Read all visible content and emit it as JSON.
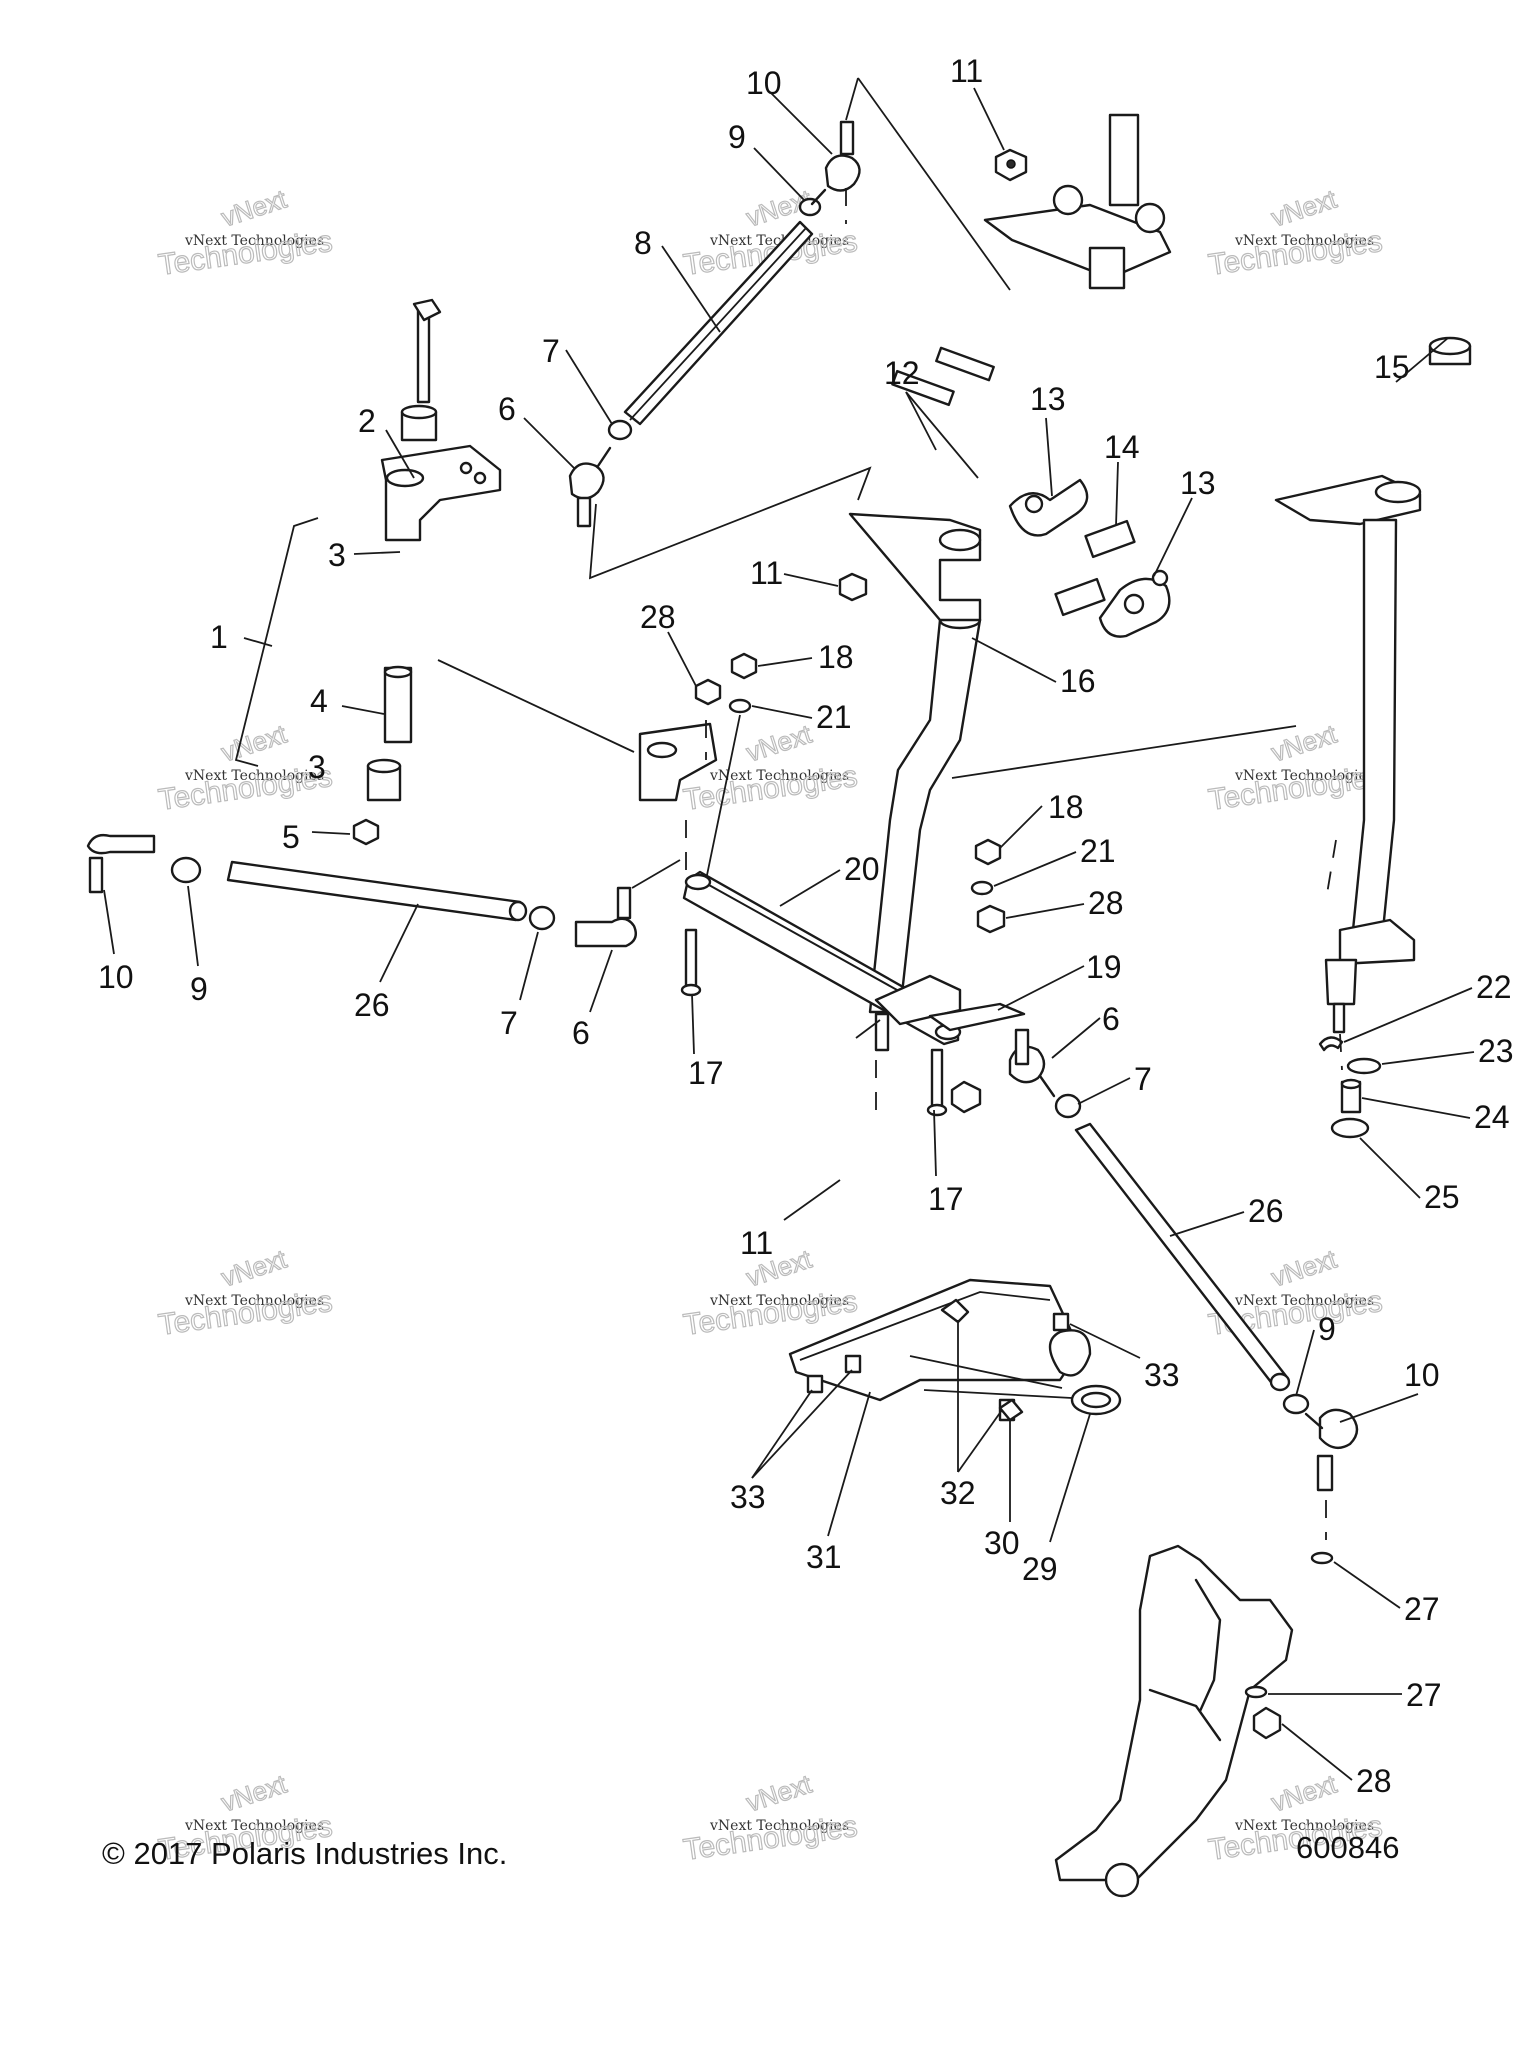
{
  "watermark": {
    "line1": "vNext Technologies",
    "line2": "vNext",
    "line3": "Technologies"
  },
  "callouts": [
    "1",
    "2",
    "3",
    "3",
    "4",
    "5",
    "6",
    "6",
    "6",
    "7",
    "7",
    "7",
    "8",
    "9",
    "9",
    "9",
    "10",
    "10",
    "10",
    "11",
    "11",
    "11",
    "12",
    "13",
    "13",
    "14",
    "15",
    "16",
    "17",
    "17",
    "18",
    "18",
    "19",
    "20",
    "21",
    "21",
    "22",
    "23",
    "24",
    "25",
    "26",
    "26",
    "27",
    "27",
    "28",
    "28",
    "28",
    "29",
    "30",
    "31",
    "32",
    "33",
    "33"
  ],
  "footer": {
    "copyright": "© 2017 Polaris Industries Inc.",
    "figure_id": "600846"
  }
}
